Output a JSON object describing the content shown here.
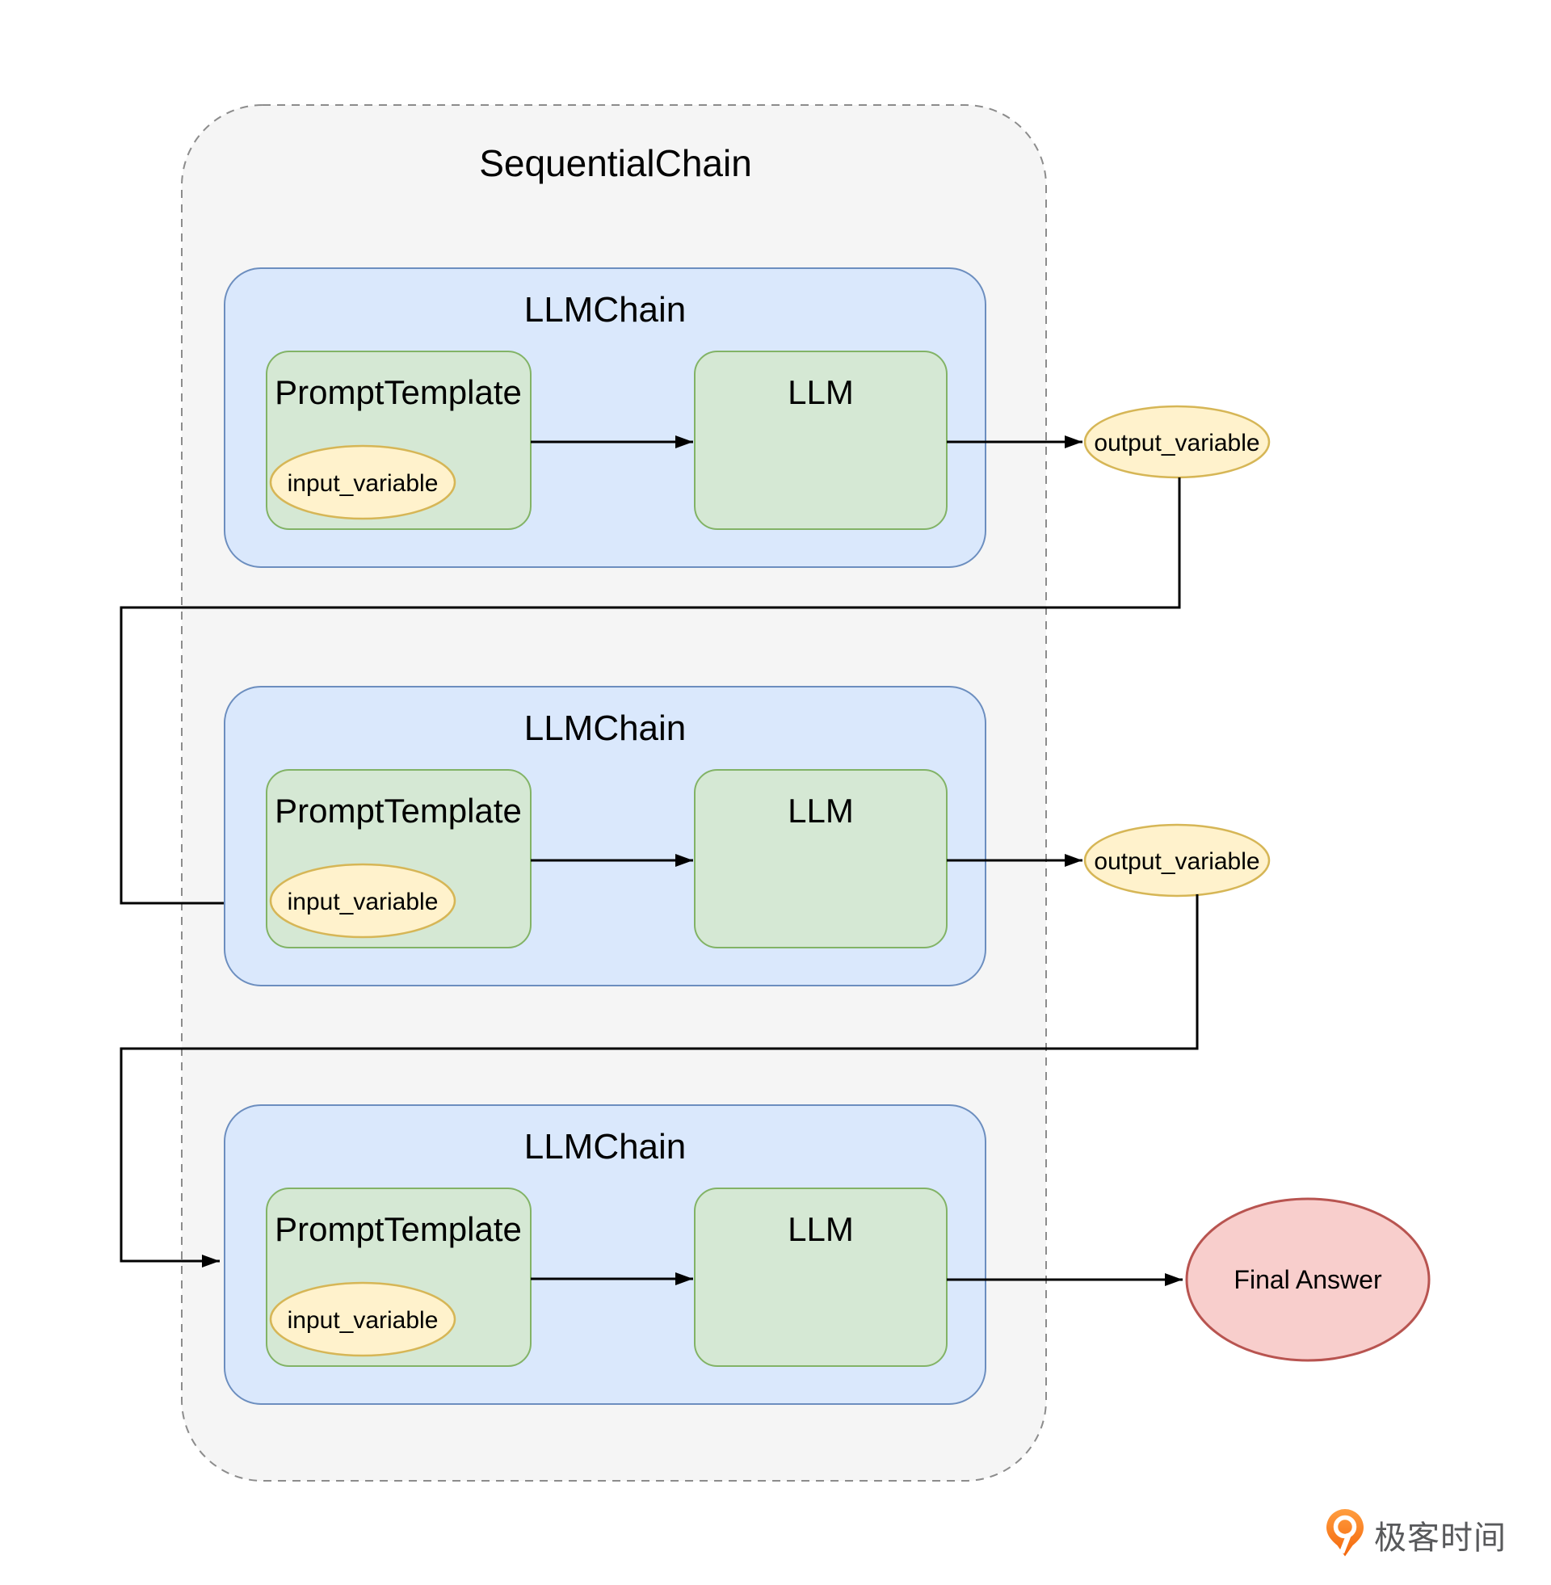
{
  "diagram": {
    "title": "SequentialChain",
    "chains": [
      {
        "label": "LLMChain",
        "prompt_template_label": "PromptTemplate",
        "llm_label": "LLM",
        "input_variable_label": "input_variable",
        "output_variable_label": "output_variable"
      },
      {
        "label": "LLMChain",
        "prompt_template_label": "PromptTemplate",
        "llm_label": "LLM",
        "input_variable_label": "input_variable",
        "output_variable_label": "output_variable"
      },
      {
        "label": "LLMChain",
        "prompt_template_label": "PromptTemplate",
        "llm_label": "LLM",
        "input_variable_label": "input_variable"
      }
    ],
    "final_answer_label": "Final Answer"
  },
  "colors": {
    "container_fill": "#f5f5f5",
    "container_stroke": "#8c8c8c",
    "chain_fill": "#dae8fc",
    "chain_stroke": "#6c8ebf",
    "node_fill": "#d5e8d4",
    "node_stroke": "#82b366",
    "variable_fill": "#fff2cc",
    "variable_stroke": "#d6b656",
    "final_fill": "#f8cecc",
    "final_stroke": "#b85450",
    "connector": "#000000",
    "brand_orange": "#f4660b",
    "brand_text_gray": "#58595b"
  },
  "footer": {
    "brand": "极客时间"
  }
}
